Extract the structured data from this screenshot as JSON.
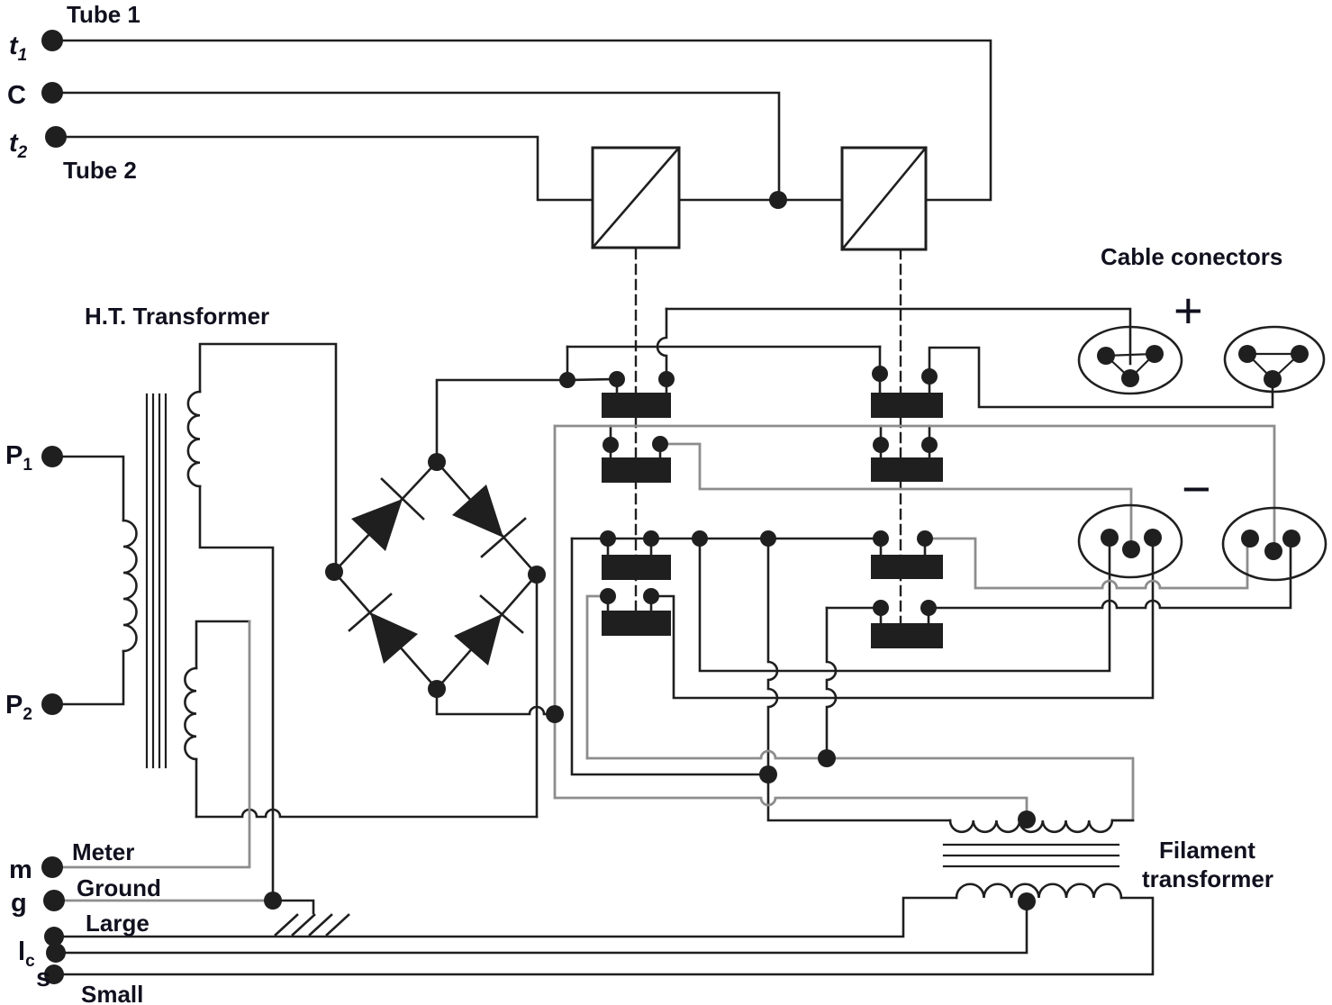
{
  "labels": {
    "tube1": "Tube 1",
    "tube2": "Tube 2",
    "ht_transformer": "H.T. Transformer",
    "cable_connectors": "Cable conectors",
    "plus": "+",
    "minus": "−",
    "meter": "Meter",
    "ground": "Ground",
    "large": "Large",
    "small": "Small",
    "filament_line1": "Filament",
    "filament_line2": "transformer"
  },
  "terminals": {
    "t1": {
      "base": "t",
      "sub": "1"
    },
    "c": {
      "base": "C"
    },
    "t2": {
      "base": "t",
      "sub": "2"
    },
    "p1": {
      "base": "P",
      "sub": "1"
    },
    "p2": {
      "base": "P",
      "sub": "2"
    },
    "m": {
      "base": "m"
    },
    "g": {
      "base": "g"
    },
    "lc": {
      "base": "l",
      "sub": "c"
    },
    "s": {
      "base": "s"
    }
  },
  "colors": {
    "wire": "#1f1f1f",
    "wire_gray": "#8d8d8d",
    "text": "#10101e",
    "background": "#ffffff"
  }
}
